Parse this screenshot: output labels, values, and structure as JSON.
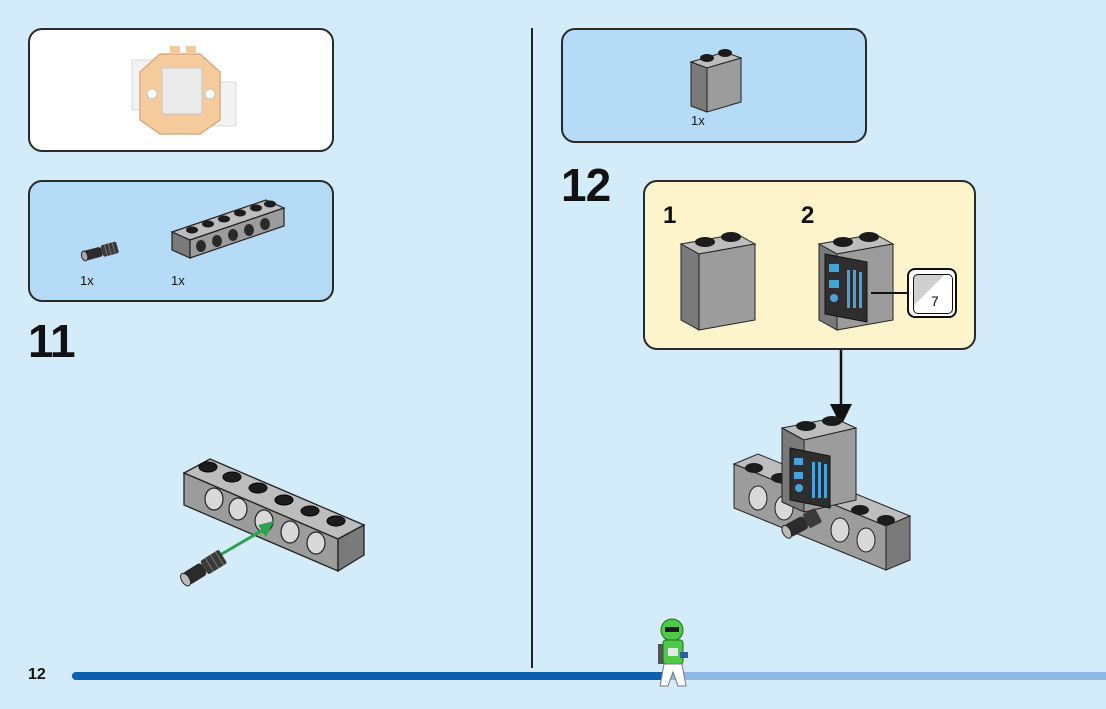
{
  "page": {
    "number": "12",
    "progress_fraction": 0.58
  },
  "left": {
    "preview_panel": {
      "description_icon": "assembled-model-preview-icon"
    },
    "parts_panel": {
      "parts": [
        {
          "icon": "pin-connector-icon",
          "qty": "1x"
        },
        {
          "icon": "technic-brick-1x6-icon",
          "qty": "1x"
        }
      ]
    },
    "step": {
      "number": "11",
      "icon": "insert-pin-arrow-icon"
    }
  },
  "right": {
    "parts_panel": {
      "parts": [
        {
          "icon": "brick-1x2x2-icon",
          "qty": "1x"
        }
      ]
    },
    "step": {
      "number": "12",
      "substeps": [
        {
          "number": "1",
          "icon": "brick-1x2x2-icon"
        },
        {
          "number": "2",
          "icon": "brick-with-sticker-icon",
          "sticker_label": "7"
        }
      ],
      "icon": "down-arrow-icon"
    }
  },
  "colors": {
    "background": "#d4ebfa",
    "panel_blue": "#b6dbf6",
    "panel_yellow": "#fdf4cc",
    "progress": "#0d5fb0",
    "brick_gray": "#9c9c9c"
  }
}
